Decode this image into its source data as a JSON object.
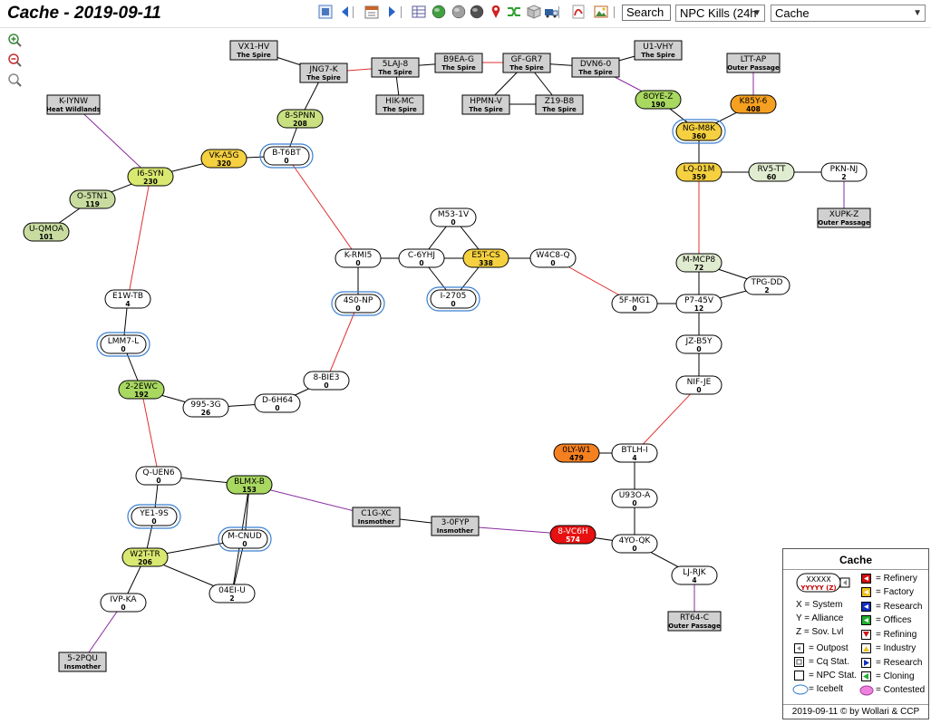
{
  "title": "Cache - 2019-09-11",
  "toolbar": {
    "icons": [
      "map-icon",
      "prev-icon",
      "calendar-icon",
      "next-icon",
      "table-icon",
      "globe-green-icon",
      "globe-gray-icon",
      "globe-dark-icon",
      "pin-icon",
      "shuffle-icon",
      "box-icon",
      "truck-icon",
      "pdf-icon",
      "image-icon"
    ],
    "search_label": "Search",
    "npc_select_value": "NPC Kills (24h",
    "region_select_value": "Cache"
  },
  "colors": {
    "red_link": "#e03030",
    "purple_link": "#8a2aa0",
    "black_link": "#000000",
    "icebelt": "#3a7fd0"
  },
  "systems": [
    {
      "id": "vx1hv",
      "name": "VX1-HV",
      "sub": "The Spire",
      "kind": "station"
    },
    {
      "id": "jng7k",
      "name": "JNG7-K",
      "sub": "The Spire",
      "kind": "station"
    },
    {
      "id": "5laj8",
      "name": "5LAJ-8",
      "sub": "The Spire",
      "kind": "station"
    },
    {
      "id": "b9eag",
      "name": "B9EA-G",
      "sub": "The Spire",
      "kind": "station"
    },
    {
      "id": "gfgr7",
      "name": "GF-GR7",
      "sub": "The Spire",
      "kind": "station"
    },
    {
      "id": "dvn60",
      "name": "DVN6-0",
      "sub": "The Spire",
      "kind": "station"
    },
    {
      "id": "u1vhy",
      "name": "U1-VHY",
      "sub": "The Spire",
      "kind": "station"
    },
    {
      "id": "lttap",
      "name": "LTT-AP",
      "sub": "Outer Passage",
      "kind": "station"
    },
    {
      "id": "hikmc",
      "name": "HIK-MC",
      "sub": "The Spire",
      "kind": "station"
    },
    {
      "id": "hpmnv",
      "name": "HPMN-V",
      "sub": "The Spire",
      "kind": "station"
    },
    {
      "id": "z19b8",
      "name": "Z19-B8",
      "sub": "The Spire",
      "kind": "station"
    },
    {
      "id": "kiynw",
      "name": "K-IYNW",
      "sub": "Heat Wildlands",
      "kind": "station"
    },
    {
      "id": "xupkz",
      "name": "XUPK-Z",
      "sub": "Outer Passage",
      "kind": "station"
    },
    {
      "id": "c1gxc",
      "name": "C1G-XC",
      "sub": "Insmother",
      "kind": "station"
    },
    {
      "id": "30fyp",
      "name": "3-0FYP",
      "sub": "Insmother",
      "kind": "station"
    },
    {
      "id": "rt64c",
      "name": "RT64-C",
      "sub": "Outer Passage",
      "kind": "station"
    },
    {
      "id": "52pqu",
      "name": "5-2PQU",
      "sub": "Insmother",
      "kind": "station"
    },
    {
      "id": "8spnn",
      "name": "8-SPNN",
      "sub": "208",
      "kind": "node",
      "fill": "#c8e080"
    },
    {
      "id": "btbt",
      "name": "B-T6BT",
      "sub": "0",
      "kind": "node",
      "fill": "#ffffff",
      "icebelt": true
    },
    {
      "id": "vka5g",
      "name": "VK-A5G",
      "sub": "320",
      "kind": "node",
      "fill": "#f5d040"
    },
    {
      "id": "i6syn",
      "name": "I6-SYN",
      "sub": "230",
      "kind": "node",
      "fill": "#d8e870"
    },
    {
      "id": "o5tn1",
      "name": "O-5TN1",
      "sub": "119",
      "kind": "node",
      "fill": "#c8dca0"
    },
    {
      "id": "uqmoa",
      "name": "U-QMOA",
      "sub": "101",
      "kind": "node",
      "fill": "#c8dca0"
    },
    {
      "id": "8oyez",
      "name": "8OYE-Z",
      "sub": "190",
      "kind": "node",
      "fill": "#a8d860"
    },
    {
      "id": "k85y6",
      "name": "K85Y-6",
      "sub": "408",
      "kind": "node",
      "fill": "#f5a020"
    },
    {
      "id": "ngm8k",
      "name": "NG-M8K",
      "sub": "360",
      "kind": "node",
      "fill": "#f5d040",
      "icebelt": true
    },
    {
      "id": "lq01m",
      "name": "LQ-01M",
      "sub": "359",
      "kind": "node",
      "fill": "#f5d040"
    },
    {
      "id": "rv5tt",
      "name": "RV5-TT",
      "sub": "60",
      "kind": "node",
      "fill": "#e0ecd0"
    },
    {
      "id": "pknnj",
      "name": "PKN-NJ",
      "sub": "2",
      "kind": "node",
      "fill": "#ffffff"
    },
    {
      "id": "m531v",
      "name": "M53-1V",
      "sub": "0",
      "kind": "node",
      "fill": "#ffffff"
    },
    {
      "id": "krmi5",
      "name": "K-RMI5",
      "sub": "0",
      "kind": "node",
      "fill": "#ffffff"
    },
    {
      "id": "c6yhj",
      "name": "C-6YHJ",
      "sub": "0",
      "kind": "node",
      "fill": "#ffffff"
    },
    {
      "id": "e5tcs",
      "name": "E5T-CS",
      "sub": "338",
      "kind": "node",
      "fill": "#f5d040"
    },
    {
      "id": "w4c8q",
      "name": "W4C8-Q",
      "sub": "0",
      "kind": "node",
      "fill": "#ffffff"
    },
    {
      "id": "mmcp8",
      "name": "M-MCP8",
      "sub": "72",
      "kind": "node",
      "fill": "#e0ecd0"
    },
    {
      "id": "tpgdd",
      "name": "TPG-DD",
      "sub": "2",
      "kind": "node",
      "fill": "#ffffff"
    },
    {
      "id": "e1wtb",
      "name": "E1W-TB",
      "sub": "4",
      "kind": "node",
      "fill": "#ffffff"
    },
    {
      "id": "4s0np",
      "name": "4S0-NP",
      "sub": "0",
      "kind": "node",
      "fill": "#ffffff",
      "icebelt": true
    },
    {
      "id": "i2705",
      "name": "I-2705",
      "sub": "0",
      "kind": "node",
      "fill": "#ffffff",
      "icebelt": true
    },
    {
      "id": "5fmg1",
      "name": "5F-MG1",
      "sub": "0",
      "kind": "node",
      "fill": "#ffffff"
    },
    {
      "id": "p745v",
      "name": "P7-45V",
      "sub": "12",
      "kind": "node",
      "fill": "#ffffff"
    },
    {
      "id": "lmm7l",
      "name": "LMM7-L",
      "sub": "0",
      "kind": "node",
      "fill": "#ffffff",
      "icebelt": true
    },
    {
      "id": "jzb5y",
      "name": "JZ-B5Y",
      "sub": "0",
      "kind": "node",
      "fill": "#ffffff"
    },
    {
      "id": "8bie3",
      "name": "8-BIE3",
      "sub": "0",
      "kind": "node",
      "fill": "#ffffff"
    },
    {
      "id": "22ewc",
      "name": "2-2EWC",
      "sub": "192",
      "kind": "node",
      "fill": "#a8d860"
    },
    {
      "id": "9953g",
      "name": "995-3G",
      "sub": "26",
      "kind": "node",
      "fill": "#ffffff"
    },
    {
      "id": "d6h64",
      "name": "D-6H64",
      "sub": "0",
      "kind": "node",
      "fill": "#ffffff"
    },
    {
      "id": "nifje",
      "name": "NIF-JE",
      "sub": "0",
      "kind": "node",
      "fill": "#ffffff"
    },
    {
      "id": "0lyw1",
      "name": "0LY-W1",
      "sub": "479",
      "kind": "node",
      "fill": "#f58020"
    },
    {
      "id": "btlhi",
      "name": "BTLH-I",
      "sub": "4",
      "kind": "node",
      "fill": "#ffffff"
    },
    {
      "id": "quen6",
      "name": "Q-UEN6",
      "sub": "0",
      "kind": "node",
      "fill": "#ffffff"
    },
    {
      "id": "blmxb",
      "name": "BLMX-B",
      "sub": "153",
      "kind": "node",
      "fill": "#a8d860"
    },
    {
      "id": "u93oa",
      "name": "U93O-A",
      "sub": "0",
      "kind": "node",
      "fill": "#ffffff"
    },
    {
      "id": "ye19s",
      "name": "YE1-9S",
      "sub": "0",
      "kind": "node",
      "fill": "#ffffff",
      "icebelt": true
    },
    {
      "id": "mcnud",
      "name": "M-CNUD",
      "sub": "0",
      "kind": "node",
      "fill": "#ffffff",
      "icebelt": true
    },
    {
      "id": "8vc6h",
      "name": "8-VC6H",
      "sub": "574",
      "kind": "node",
      "fill": "#e81010"
    },
    {
      "id": "4yoqk",
      "name": "4YO-QK",
      "sub": "0",
      "kind": "node",
      "fill": "#ffffff"
    },
    {
      "id": "w2ttr",
      "name": "W2T-TR",
      "sub": "206",
      "kind": "node",
      "fill": "#d8e870"
    },
    {
      "id": "ljrjk",
      "name": "LJ-RJK",
      "sub": "4",
      "kind": "node",
      "fill": "#ffffff"
    },
    {
      "id": "04eiu",
      "name": "04EI-U",
      "sub": "2",
      "kind": "node",
      "fill": "#ffffff"
    },
    {
      "id": "ivpka",
      "name": "IVP-KA",
      "sub": "0",
      "kind": "node",
      "fill": "#ffffff"
    }
  ],
  "links": [
    [
      "vx1hv",
      "jng7k",
      "black"
    ],
    [
      "jng7k",
      "5laj8",
      "red"
    ],
    [
      "5laj8",
      "b9eag",
      "black"
    ],
    [
      "b9eag",
      "gfgr7",
      "red"
    ],
    [
      "gfgr7",
      "dvn60",
      "black"
    ],
    [
      "dvn60",
      "u1vhy",
      "black"
    ],
    [
      "5laj8",
      "hikmc",
      "black"
    ],
    [
      "gfgr7",
      "hpmnv",
      "black"
    ],
    [
      "gfgr7",
      "z19b8",
      "black"
    ],
    [
      "hpmnv",
      "z19b8",
      "black"
    ],
    [
      "jng7k",
      "8spnn",
      "black"
    ],
    [
      "8spnn",
      "btbt",
      "black"
    ],
    [
      "btbt",
      "vka5g",
      "black"
    ],
    [
      "vka5g",
      "i6syn",
      "black"
    ],
    [
      "kiynw",
      "i6syn",
      "purple"
    ],
    [
      "i6syn",
      "o5tn1",
      "black"
    ],
    [
      "o5tn1",
      "uqmoa",
      "black"
    ],
    [
      "dvn60",
      "8oyez",
      "purple"
    ],
    [
      "lttap",
      "k85y6",
      "purple"
    ],
    [
      "8oyez",
      "ngm8k",
      "black"
    ],
    [
      "k85y6",
      "ngm8k",
      "black"
    ],
    [
      "ngm8k",
      "lq01m",
      "black"
    ],
    [
      "lq01m",
      "rv5tt",
      "black"
    ],
    [
      "rv5tt",
      "pknnj",
      "black"
    ],
    [
      "pknnj",
      "xupkz",
      "purple"
    ],
    [
      "btbt",
      "krmi5",
      "red"
    ],
    [
      "krmi5",
      "c6yhj",
      "black"
    ],
    [
      "c6yhj",
      "e5tcs",
      "black"
    ],
    [
      "e5tcs",
      "w4c8q",
      "black"
    ],
    [
      "m531v",
      "c6yhj",
      "black"
    ],
    [
      "m531v",
      "e5tcs",
      "black"
    ],
    [
      "c6yhj",
      "i2705",
      "black"
    ],
    [
      "e5tcs",
      "i2705",
      "black"
    ],
    [
      "krmi5",
      "4s0np",
      "black"
    ],
    [
      "w4c8q",
      "5fmg1",
      "red"
    ],
    [
      "5fmg1",
      "p745v",
      "black"
    ],
    [
      "lq01m",
      "mmcp8",
      "red"
    ],
    [
      "mmcp8",
      "p745v",
      "black"
    ],
    [
      "mmcp8",
      "tpgdd",
      "black"
    ],
    [
      "tpgdd",
      "p745v",
      "black"
    ],
    [
      "i6syn",
      "e1wtb",
      "red"
    ],
    [
      "e1wtb",
      "lmm7l",
      "black"
    ],
    [
      "lmm7l",
      "22ewc",
      "black"
    ],
    [
      "p745v",
      "jzb5y",
      "black"
    ],
    [
      "jzb5y",
      "nifje",
      "black"
    ],
    [
      "4s0np",
      "8bie3",
      "red"
    ],
    [
      "8bie3",
      "d6h64",
      "black"
    ],
    [
      "d6h64",
      "9953g",
      "black"
    ],
    [
      "9953g",
      "22ewc",
      "black"
    ],
    [
      "nifje",
      "btlhi",
      "red"
    ],
    [
      "0lyw1",
      "btlhi",
      "black"
    ],
    [
      "btlhi",
      "u93oa",
      "black"
    ],
    [
      "22ewc",
      "quen6",
      "red"
    ],
    [
      "quen6",
      "blmxb",
      "black"
    ],
    [
      "quen6",
      "ye19s",
      "black"
    ],
    [
      "blmxb",
      "c1gxc",
      "purple"
    ],
    [
      "c1gxc",
      "30fyp",
      "black"
    ],
    [
      "30fyp",
      "8vc6h",
      "purple"
    ],
    [
      "8vc6h",
      "4yoqk",
      "black"
    ],
    [
      "u93oa",
      "4yoqk",
      "black"
    ],
    [
      "4yoqk",
      "ljrjk",
      "black"
    ],
    [
      "ljrjk",
      "rt64c",
      "purple"
    ],
    [
      "blmxb",
      "mcnud",
      "black"
    ],
    [
      "ye19s",
      "w2ttr",
      "black"
    ],
    [
      "w2ttr",
      "mcnud",
      "black"
    ],
    [
      "w2ttr",
      "04eiu",
      "black"
    ],
    [
      "mcnud",
      "04eiu",
      "black"
    ],
    [
      "blmxb",
      "04eiu",
      "black"
    ],
    [
      "w2ttr",
      "ivpka",
      "black"
    ],
    [
      "ivpka",
      "52pqu",
      "purple"
    ]
  ],
  "legend": {
    "title": "Cache",
    "sample_name": "XXXXX",
    "sample_sub": "YYYYY (Z)",
    "entries_left": [
      "X  = System",
      "Y  = Alliance",
      "Z  = Sov. Lvl",
      "= Outpost",
      "= Cq Stat.",
      "= NPC Stat.",
      "= Icebelt"
    ],
    "entries_right": [
      "= Refinery",
      "= Factory",
      "= Research",
      "= Offices",
      "= Refining",
      "= Industry",
      "= Research",
      "= Cloning",
      "= Contested"
    ],
    "footer": "2019-09-11 © by Wollari & CCP"
  }
}
